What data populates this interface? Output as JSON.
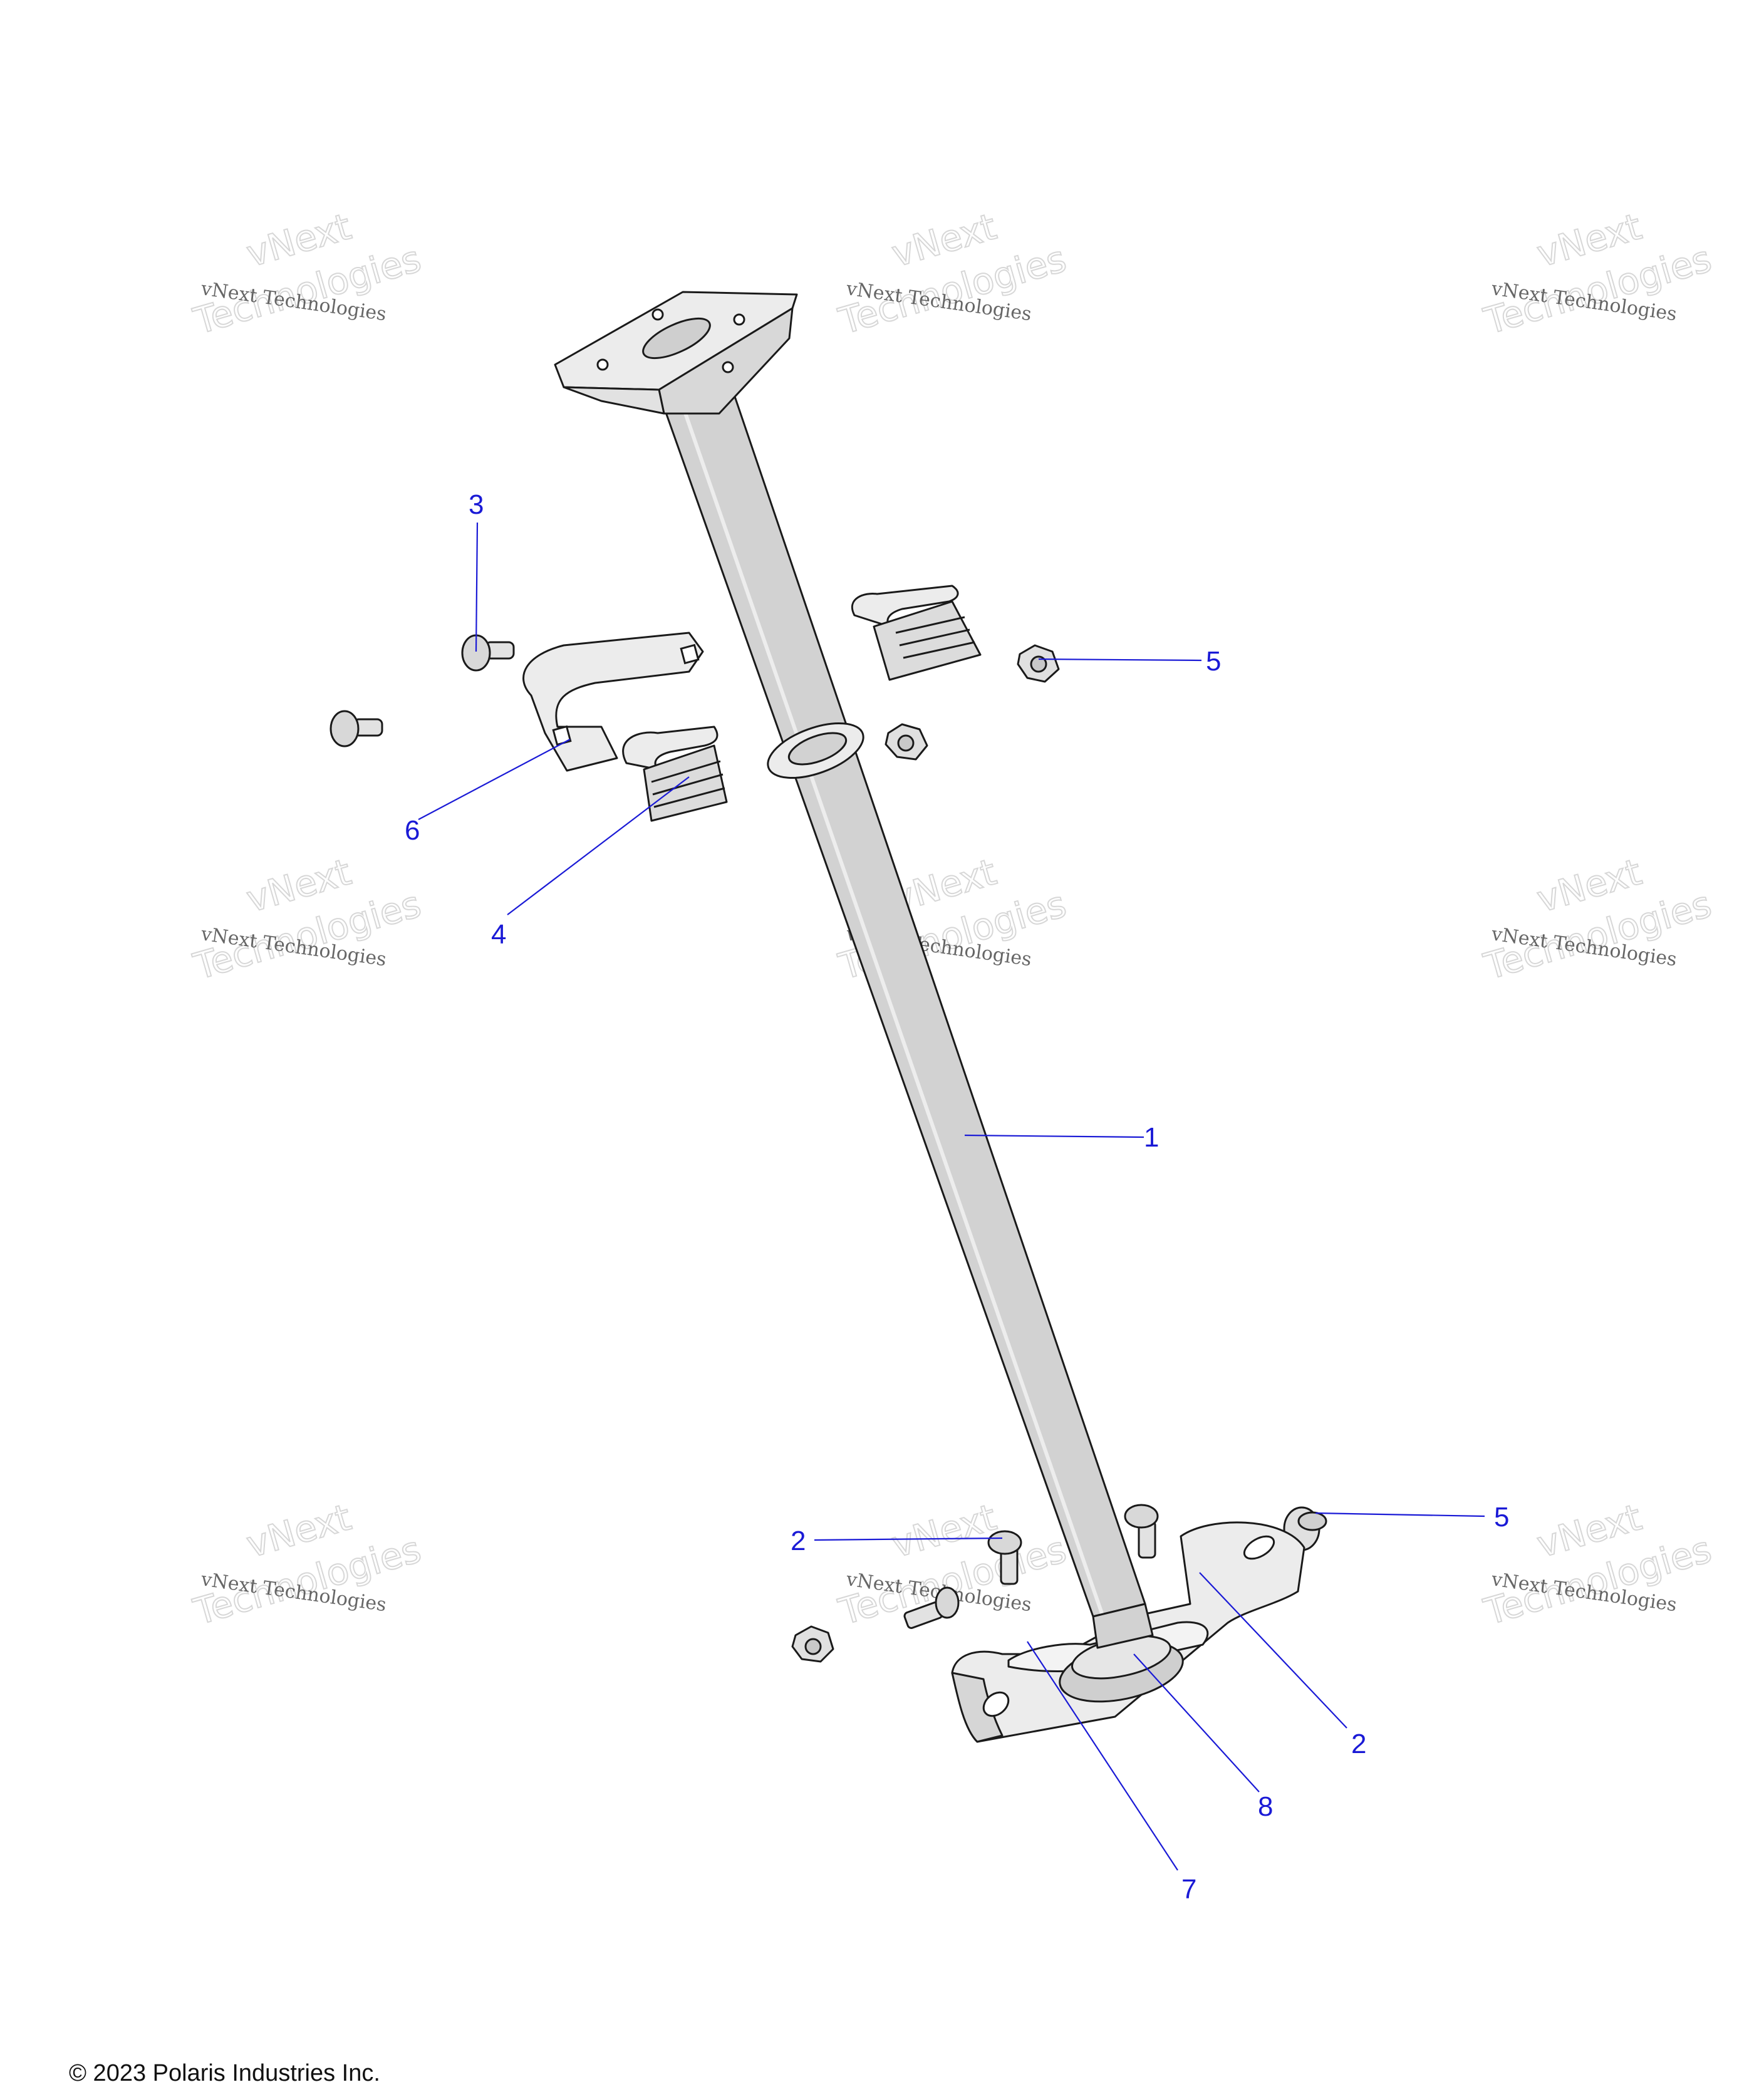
{
  "callouts": [
    {
      "id": "1",
      "label": "1",
      "part": "steering-column-tube"
    },
    {
      "id": "2a",
      "label": "2",
      "part": "bolt"
    },
    {
      "id": "2b",
      "label": "2",
      "part": "bolt"
    },
    {
      "id": "3",
      "label": "3",
      "part": "flange-bolt"
    },
    {
      "id": "4",
      "label": "4",
      "part": "bushing"
    },
    {
      "id": "5a",
      "label": "5",
      "part": "flange-nut"
    },
    {
      "id": "5b",
      "label": "5",
      "part": "flange-nut"
    },
    {
      "id": "6",
      "label": "6",
      "part": "clamp-bracket"
    },
    {
      "id": "7",
      "label": "7",
      "part": "lower-mount-bracket"
    },
    {
      "id": "8",
      "label": "8",
      "part": "bearing"
    }
  ],
  "watermark": {
    "line1": "vNext Technologies",
    "line2": "vNext",
    "line3": "Technologies"
  },
  "copyright": "© 2023 Polaris Industries Inc.",
  "colors": {
    "callout": "#1a1ad6",
    "part_fill": "#d4d4d4",
    "part_light": "#efefef",
    "outline": "#1a1a1a"
  }
}
